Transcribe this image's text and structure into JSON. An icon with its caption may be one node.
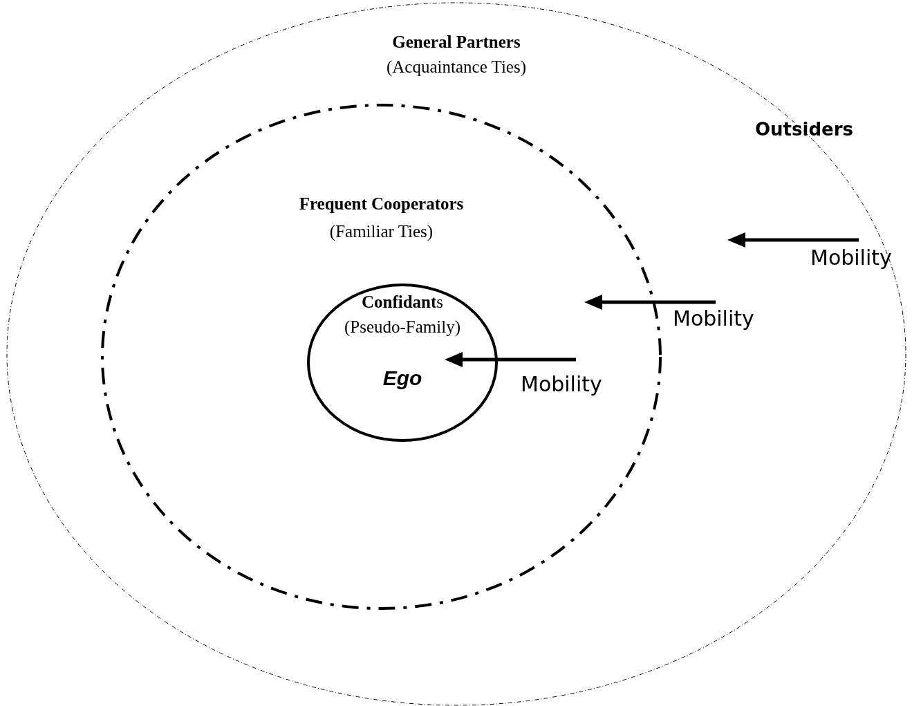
{
  "diagram": {
    "nodes": [
      {
        "text": [
          "General Partners",
          "(Acquaintance Ties)"
        ]
      },
      {
        "text": [
          "Frequent Cooperators",
          "(Familiar Ties)"
        ],
        "in": 0
      },
      {
        "text": [
          "**Confidant**s",
          "(Pseudo-Family)",
          "Ego"
        ],
        "in": 1
      }
    ],
    "labels": [
      "Outsiders",
      "Mobility",
      "Mobility",
      "Mobility"
    ]
  }
}
